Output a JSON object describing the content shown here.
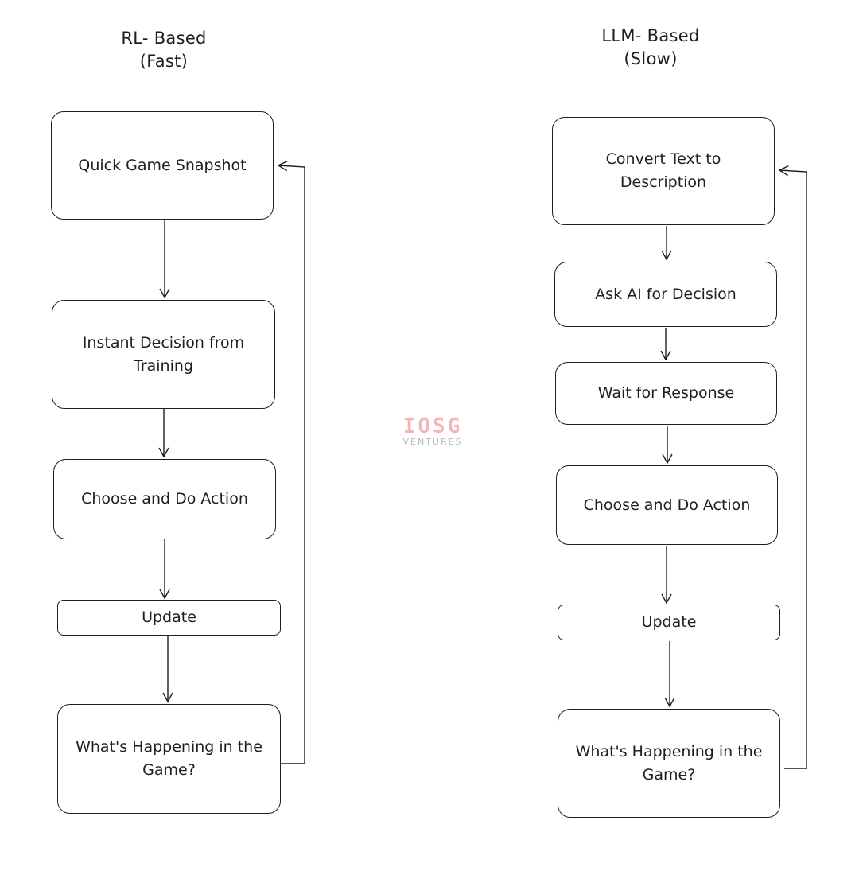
{
  "left_column": {
    "title_line1": "RL- Based",
    "title_line2": "(Fast)",
    "nodes": [
      {
        "label": "Quick Game Snapshot"
      },
      {
        "label": "Instant Decision from Training"
      },
      {
        "label": "Choose and Do Action"
      },
      {
        "label": "Update"
      },
      {
        "label": "What's Happening in the Game?"
      }
    ]
  },
  "right_column": {
    "title_line1": "LLM- Based",
    "title_line2": "(Slow)",
    "nodes": [
      {
        "label": "Convert Text to Description"
      },
      {
        "label": "Ask AI for Decision"
      },
      {
        "label": "Wait for Response"
      },
      {
        "label": "Choose and Do Action"
      },
      {
        "label": "Update"
      },
      {
        "label": "What's Happening in the Game?"
      }
    ]
  },
  "watermark": {
    "logo": "IOSG",
    "subtitle": "VENTURES"
  },
  "colors": {
    "stroke": "#1e1e1e",
    "background": "#ffffff",
    "watermark_logo": "#f2b8b8"
  }
}
